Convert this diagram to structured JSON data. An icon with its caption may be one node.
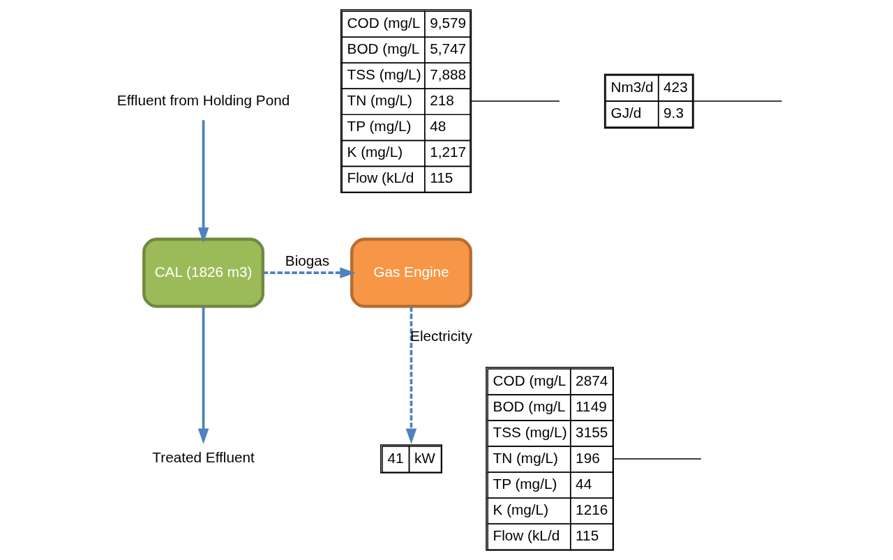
{
  "diagram": {
    "nodes": [
      {
        "text": [
          "Effluent from Holding Pond"
        ]
      },
      {
        "text": [
          "COD (mg/L",
          "9,579",
          "BOD (mg/L",
          "5,747",
          "TSS (mg/L)",
          "7,888",
          "TN (mg/L)",
          "218",
          "TP (mg/L)",
          "48",
          "K (mg/L)",
          "1,217",
          "Flow (kL/d",
          "115"
        ]
      },
      {
        "text": [
          "CAL (1826 m3)"
        ]
      },
      {
        "text": [
          "COD (mg/L",
          "2874",
          "BOD (mg/L",
          "1149",
          "TSS (mg/L)",
          "3155",
          "TN (mg/L)",
          "196",
          "TP (mg/L)",
          "44",
          "K (mg/L)",
          "1216",
          "Flow (kL/d",
          "115"
        ]
      },
      {
        "text": [
          "Treated Effluent"
        ]
      },
      {
        "text": [
          "Nm3/d",
          "423",
          "GJ/d",
          "9.3"
        ]
      },
      {
        "text": [
          "Gas Engine"
        ]
      },
      {
        "text": [
          "41",
          "kW"
        ]
      }
    ],
    "edges": [
      {
        "from": 0,
        "to": 2,
        "arrow": "to"
      },
      {
        "from": 1,
        "to": null,
        "arrow": "none",
        "color": "#000000"
      },
      {
        "from": 2,
        "to": 6,
        "arrow": "to",
        "label": "Biogas",
        "style": "dashed"
      },
      {
        "from": 5,
        "to": null,
        "arrow": "none",
        "color": "#000000"
      },
      {
        "from": 2,
        "to": 4,
        "arrow": "to"
      },
      {
        "from": 3,
        "to": null,
        "arrow": "none",
        "color": "#000000"
      },
      {
        "from": 6,
        "to": 7,
        "arrow": "to",
        "label": "Electricity",
        "style": "dashed"
      }
    ]
  }
}
